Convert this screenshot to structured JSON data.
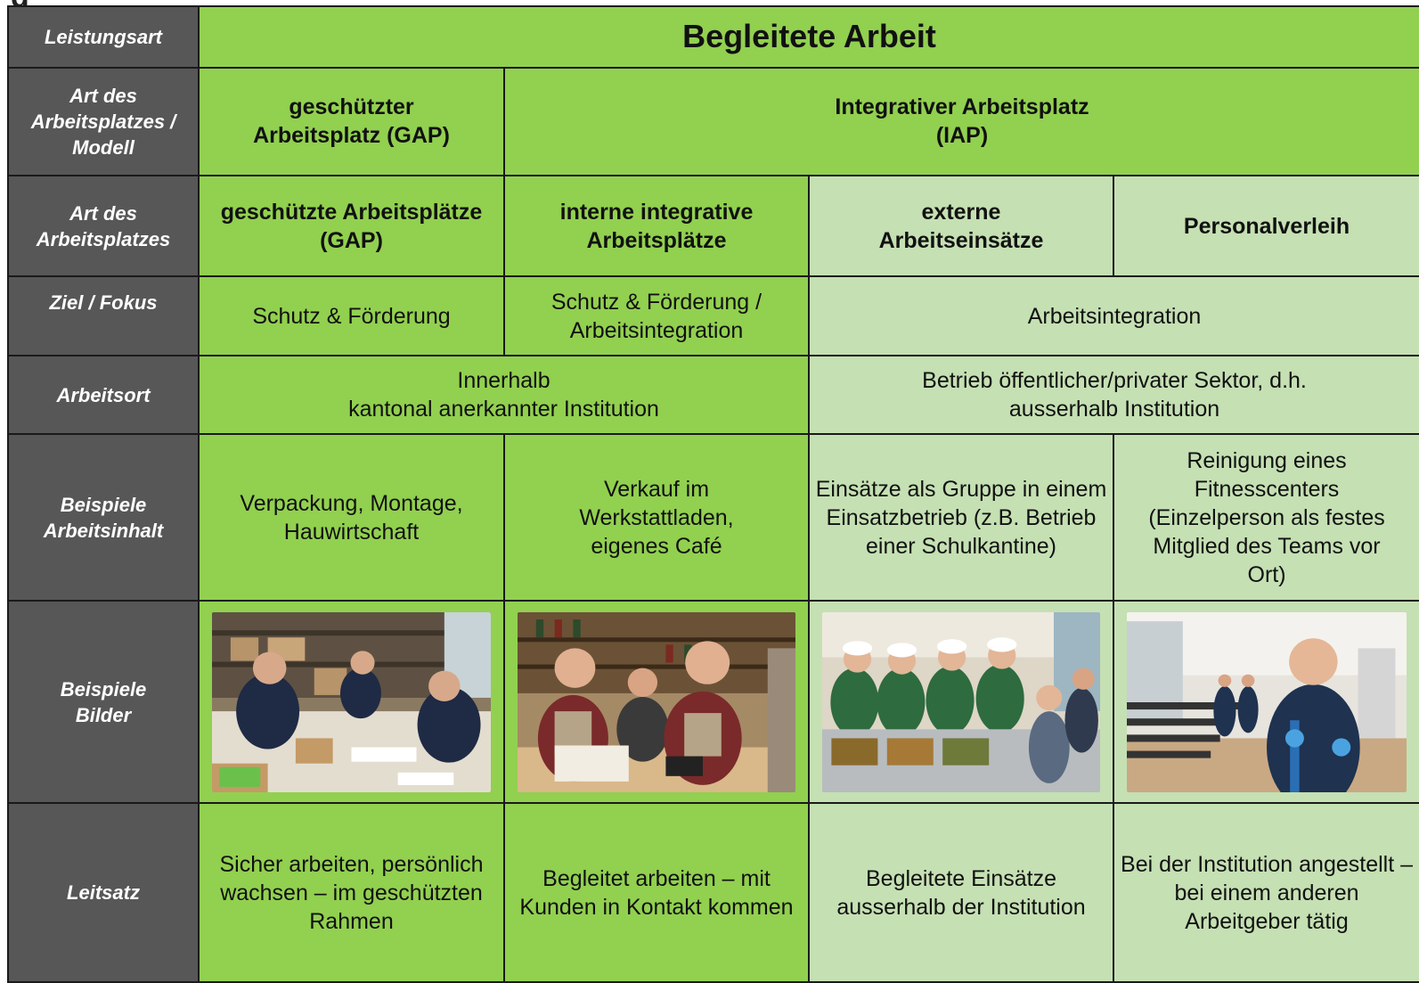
{
  "title_fragment": "g",
  "labels": {
    "leistungsart": "Leistungsart",
    "art_modell": "Art des Arbeitsplatzes / Modell",
    "art": "Art des Arbeitsplatzes",
    "ziel": "Ziel / Fokus",
    "ort": "Arbeitsort",
    "inhalt": "Beispiele Arbeitsinhalt",
    "bilder": "Beispiele Bilder",
    "leitsatz": "Leitsatz"
  },
  "header": "Begleitete Arbeit",
  "modell": {
    "gap": "geschützter Arbeitsplatz (GAP)",
    "iap_line1": "Integrativer Arbeitsplatz",
    "iap_line2": "(IAP)"
  },
  "art": {
    "col1": "geschützte Arbeitsplätze (GAP)",
    "col2": "interne integrative Arbeitsplätze",
    "col3": "externe Arbeitseinsätze",
    "col4": "Personalverleih"
  },
  "ziel": {
    "col1": "Schutz & Förderung",
    "col2": "Schutz & Förderung / Arbeitsintegration",
    "col34": "Arbeitsintegration"
  },
  "ort": {
    "left_line1": "Innerhalb",
    "left_line2": "kantonal anerkannter Institution",
    "right_line1": "Betrieb öffentlicher/privater Sektor, d.h.",
    "right_line2": "ausserhalb Institution"
  },
  "inhalt": {
    "col1": "Verpackung, Montage, Hauwirtschaft",
    "col2": "Verkauf im Werkstattladen, eigenes Café",
    "col3": "Einsätze als Gruppe in einem Einsatzbetrieb (z.B. Betrieb einer Schulkantine)",
    "col4": "Reinigung eines Fitnesscenters (Einzelperson als festes Mitglied des Teams vor Ort)"
  },
  "leitsatz": {
    "col1": "Sicher arbeiten, persönlich wachsen – im geschützten Rahmen",
    "col2": "Begleitet arbeiten – mit Kunden in Kontakt kommen",
    "col3": "Begleitete Einsätze ausserhalb der Institution",
    "col4": "Bei der Institution angestellt – bei einem anderen Arbeitgeber tätig"
  },
  "colors": {
    "dark_green": "#92d050",
    "light_green": "#c5e0b3",
    "label_gray": "#575757"
  }
}
